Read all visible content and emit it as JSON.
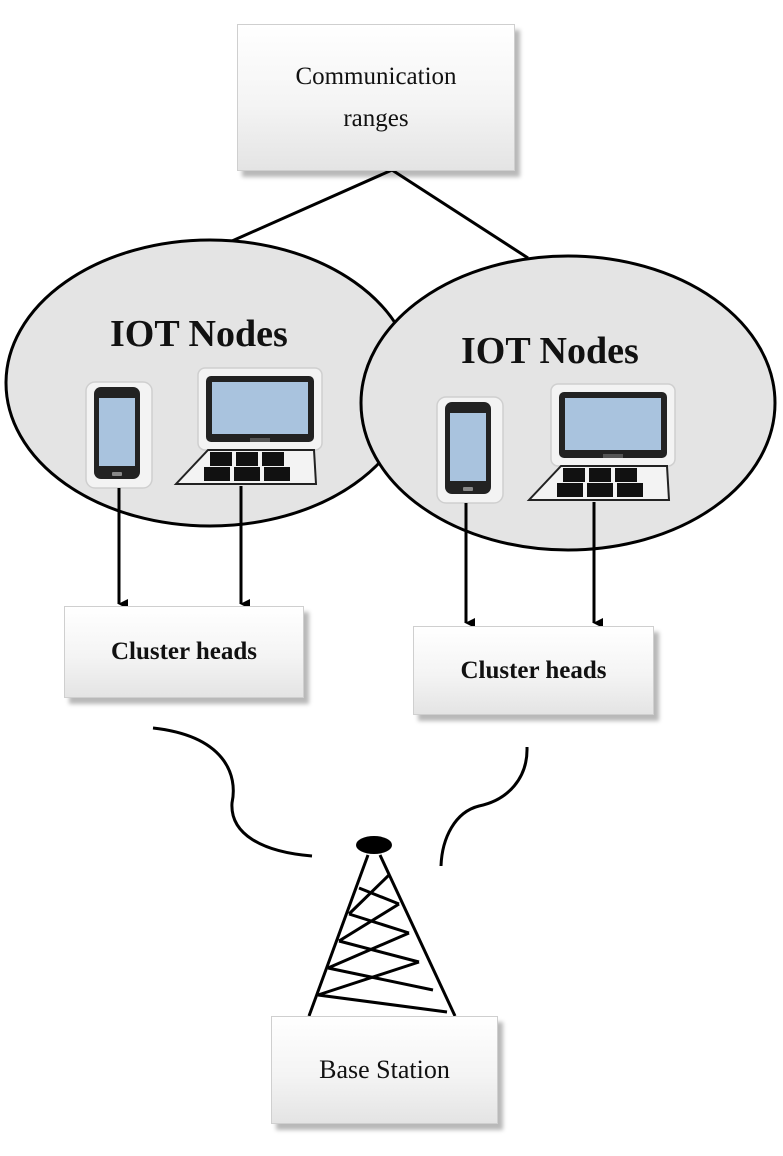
{
  "top_box": {
    "label": "Communication\nranges"
  },
  "clusters": [
    {
      "title": "IOT Nodes",
      "cluster_head_label": "Cluster heads"
    },
    {
      "title": "IOT Nodes",
      "cluster_head_label": "Cluster heads"
    }
  ],
  "base_station": {
    "label": "Base Station"
  },
  "colors": {
    "ellipse_fill": "#e4e4e4",
    "screen": "#a9c3de",
    "line": "#000000"
  },
  "icons": [
    "smartphone-icon",
    "laptop-icon",
    "cell-tower-icon"
  ]
}
